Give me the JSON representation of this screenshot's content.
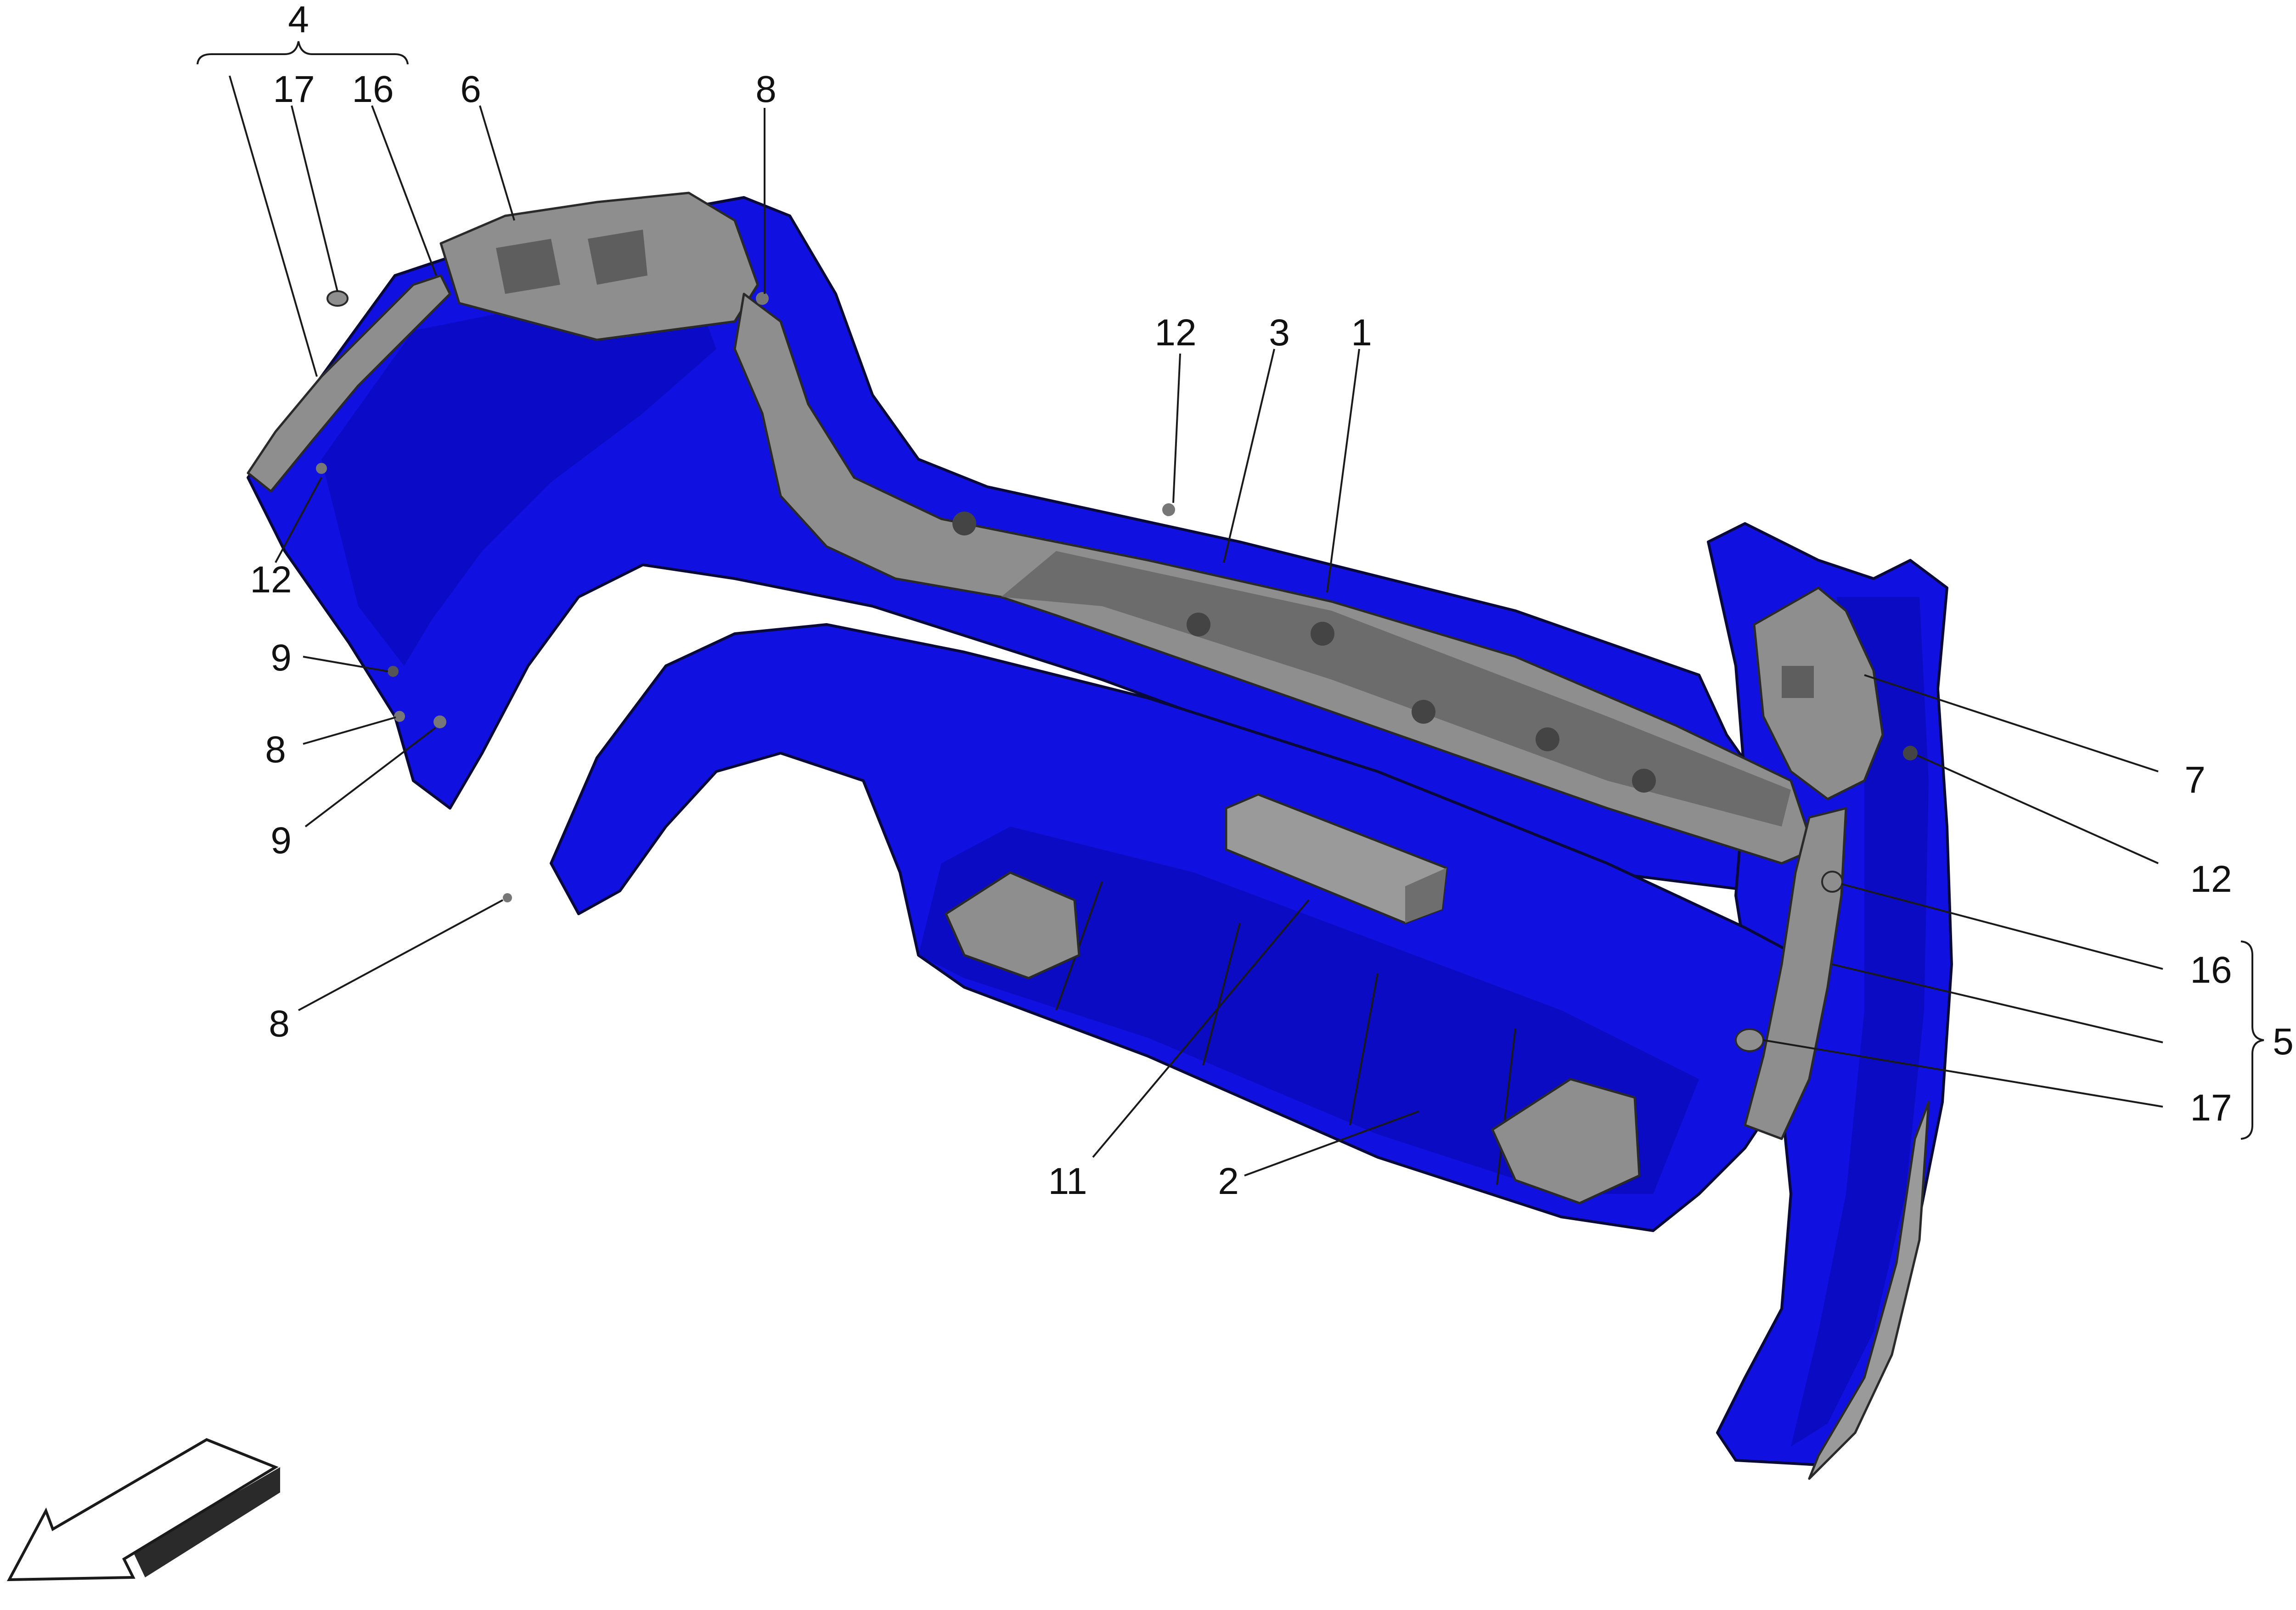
{
  "diagram": {
    "colors": {
      "part_blue": "#1010e0",
      "part_blue_dark": "#0606a8",
      "part_blue_light": "#2a2af0",
      "bracket_gray": "#8e8e8e",
      "bracket_gray_dark": "#5e5e5e",
      "line": "#111111"
    },
    "callouts": [
      {
        "id": "c-4",
        "label": "4"
      },
      {
        "id": "c-17-left",
        "label": "17"
      },
      {
        "id": "c-16-left",
        "label": "16"
      },
      {
        "id": "c-6",
        "label": "6"
      },
      {
        "id": "c-8-top",
        "label": "8"
      },
      {
        "id": "c-12-top",
        "label": "12"
      },
      {
        "id": "c-3",
        "label": "3"
      },
      {
        "id": "c-1",
        "label": "1"
      },
      {
        "id": "c-12-left",
        "label": "12"
      },
      {
        "id": "c-9-a",
        "label": "9"
      },
      {
        "id": "c-8-a",
        "label": "8"
      },
      {
        "id": "c-9-b",
        "label": "9"
      },
      {
        "id": "c-8-b",
        "label": "8"
      },
      {
        "id": "c-7",
        "label": "7"
      },
      {
        "id": "c-12-right",
        "label": "12"
      },
      {
        "id": "c-16-right",
        "label": "16"
      },
      {
        "id": "c-5",
        "label": "5"
      },
      {
        "id": "c-17-right",
        "label": "17"
      },
      {
        "id": "c-11",
        "label": "11"
      },
      {
        "id": "c-2",
        "label": "2"
      }
    ],
    "orientation_arrow": "front-direction-arrow-icon"
  }
}
